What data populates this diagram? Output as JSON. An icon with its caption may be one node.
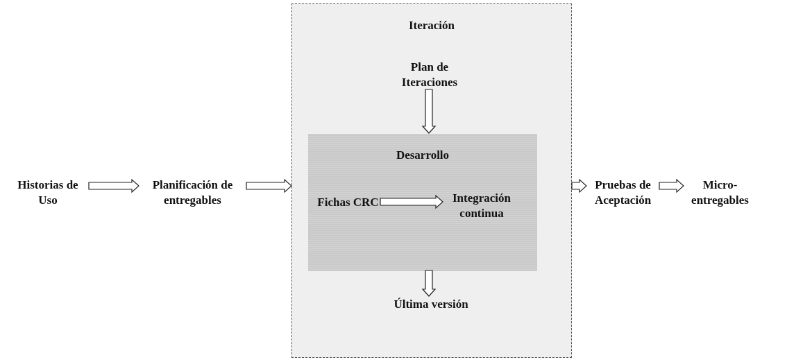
{
  "diagram": {
    "nodes": [
      {
        "text": [
          "Historias de Uso"
        ]
      },
      {
        "text": [
          "Planificación de entregables"
        ]
      },
      {
        "text": [
          "Iteración"
        ]
      },
      {
        "text": [
          "Plan de Iteraciones"
        ],
        "in": 2
      },
      {
        "text": [
          "Desarrollo"
        ],
        "in": 2
      },
      {
        "text": [
          "Fichas CRC"
        ],
        "in": 4
      },
      {
        "text": [
          "Integración continua"
        ],
        "in": 4
      },
      {
        "text": [
          "Última versión"
        ],
        "in": 2
      },
      {
        "text": [
          "Pruebas de Aceptación"
        ]
      },
      {
        "text": [
          "Micro-entregables"
        ]
      }
    ],
    "edges": [
      {
        "from": 0,
        "to": 1,
        "arrow": "to"
      },
      {
        "from": 1,
        "to": 2,
        "arrow": "to"
      },
      {
        "from": 3,
        "to": 4,
        "arrow": "to"
      },
      {
        "from": 5,
        "to": 6,
        "arrow": "to"
      },
      {
        "from": 4,
        "to": 7,
        "arrow": "to"
      },
      {
        "from": 2,
        "to": 8,
        "arrow": "to"
      },
      {
        "from": 8,
        "to": 9,
        "arrow": "to"
      }
    ]
  }
}
